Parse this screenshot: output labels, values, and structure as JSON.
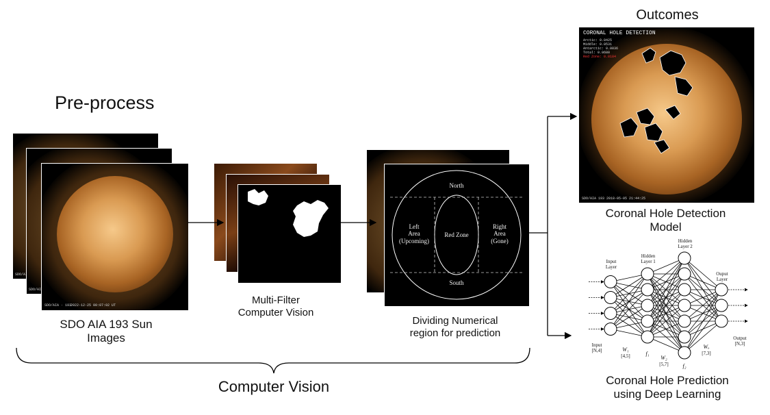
{
  "labels": {
    "preprocess_title": "Pre-process",
    "sdo_caption": "SDO AIA 193 Sun\nImages",
    "multifilter_caption": "Multi-Filter\nComputer Vision",
    "dividing_caption": "Dividing Numerical\nregion for prediction",
    "computer_vision": "Computer Vision",
    "outcomes_title": "Outcomes",
    "detection_caption": "Coronal Hole Detection\nModel",
    "prediction_caption": "Coronal Hole Prediction\nusing Deep Learning"
  },
  "sun_image": {
    "footer_left": "SDO/AIA · 193",
    "footer_date": "2022-12-25 00:07:02 UT",
    "back_footer": "SDO/AIA"
  },
  "regions": {
    "north": "North",
    "south": "South",
    "left": "Left\nArea\n(Upcoming)",
    "red_zone": "Red Zone",
    "right": "Right\nArea\n(Gone)"
  },
  "detection_image": {
    "title": "CORONAL HOLE DETECTION",
    "stats": [
      "Arctic: 0.0425",
      "Middle: 0.0531",
      "Antarctic: 0.0036",
      "Total: 0.0680"
    ],
    "stat_red": "Red Zone: 0.0184",
    "footer": "SDO/AIA 193 2018-05-05 21:44:25"
  },
  "nn": {
    "input_layer": "Input\nLayer",
    "hidden_layer_1": "Hidden\nLayer 1",
    "hidden_layer_2": "Hidden\nLayer 2",
    "output_layer": "Ouput\nLayer",
    "input_shape": "Input\n[N,4]",
    "output_shape": "Output\n[N,3]",
    "w1": "W₁",
    "w1_dim": "[4,5]",
    "f1": "f₁",
    "w2": "W₂",
    "w2_dim": "[5,7]",
    "f2": "f₂",
    "wo": "Wₒ",
    "wo_dim": "[7,3]",
    "layer_sizes": [
      4,
      5,
      7,
      3
    ]
  }
}
